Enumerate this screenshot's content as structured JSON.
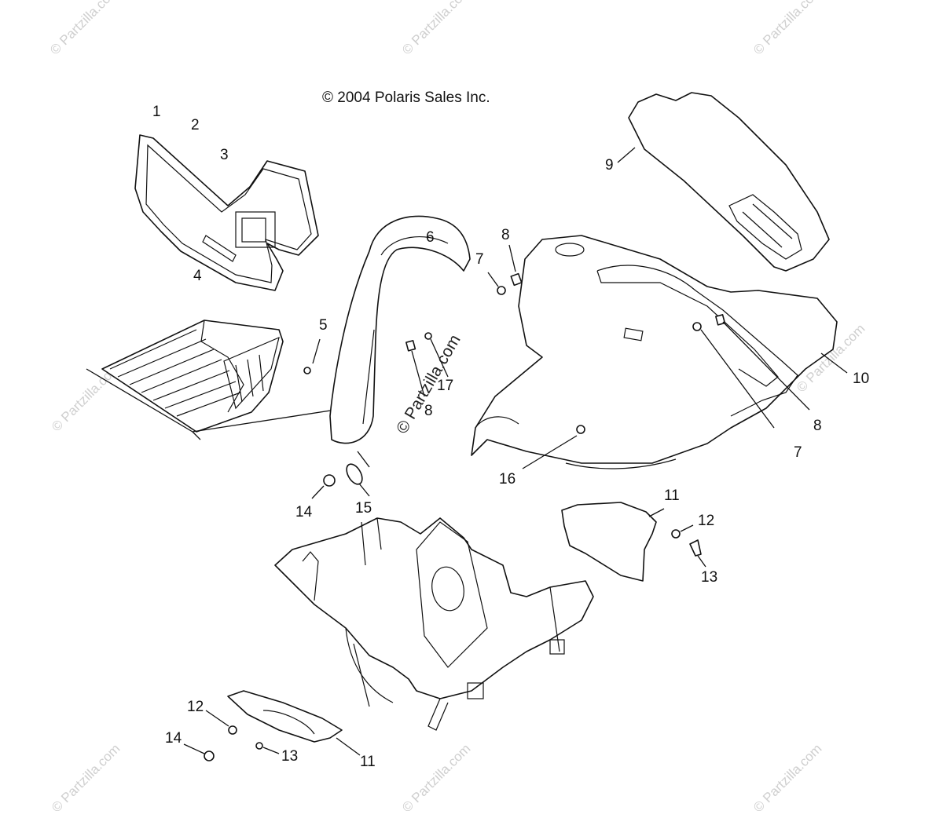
{
  "copyright": "© 2004 Polaris Sales Inc.",
  "watermark": "© Partzilla.com",
  "callouts": [
    "1",
    "2",
    "3",
    "4",
    "5",
    "6",
    "7",
    "8",
    "9",
    "10",
    "11",
    "12",
    "13",
    "14",
    "15",
    "16",
    "17",
    "8",
    "7",
    "8",
    "11",
    "12",
    "13",
    "14"
  ]
}
